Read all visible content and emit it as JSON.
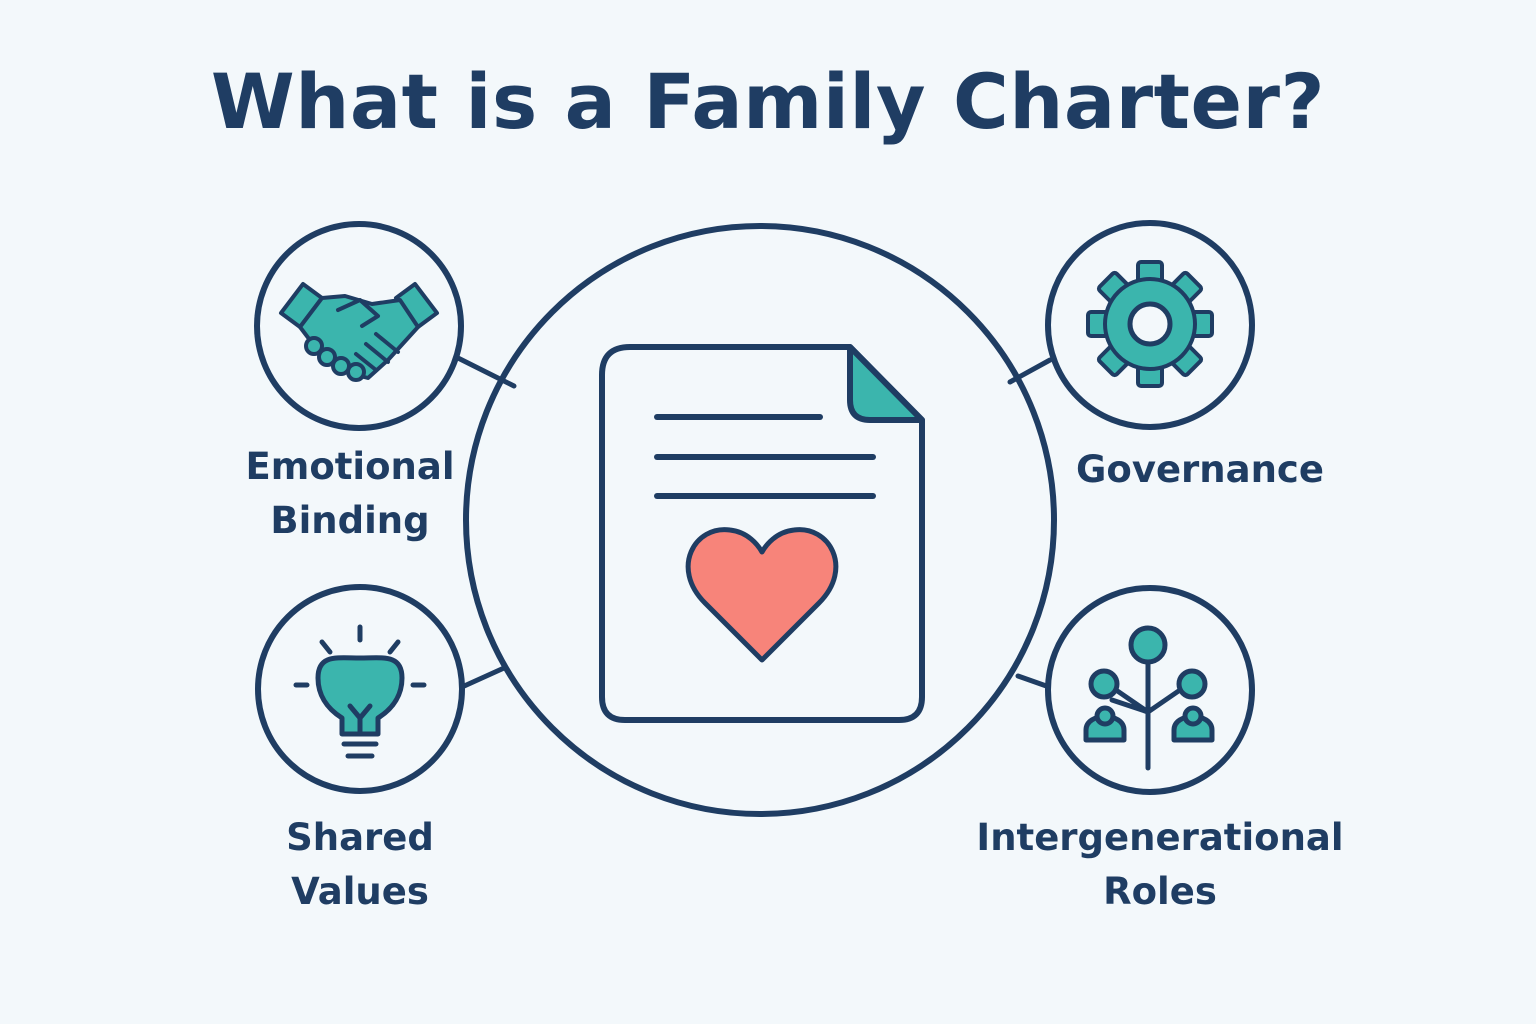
{
  "title": "What is a Family Charter?",
  "colors": {
    "outline": "#1f3d63",
    "accent": "#3bb5ad",
    "heart": "#f7847a",
    "background": "#f3f8fb",
    "card": "#f3f8fb"
  },
  "center": {
    "icon": "charter-document-heart-icon"
  },
  "nodes": {
    "emotional_binding": {
      "icon": "handshake-icon",
      "line1": "Emotional",
      "line2": "Binding"
    },
    "shared_values": {
      "icon": "lightbulb-icon",
      "line1": "Shared",
      "line2": "Values"
    },
    "governance": {
      "icon": "gear-icon",
      "line1": "Governance"
    },
    "intergenerational_roles": {
      "icon": "family-tree-icon",
      "line1": "Intergenerational",
      "line2": "Roles"
    }
  }
}
